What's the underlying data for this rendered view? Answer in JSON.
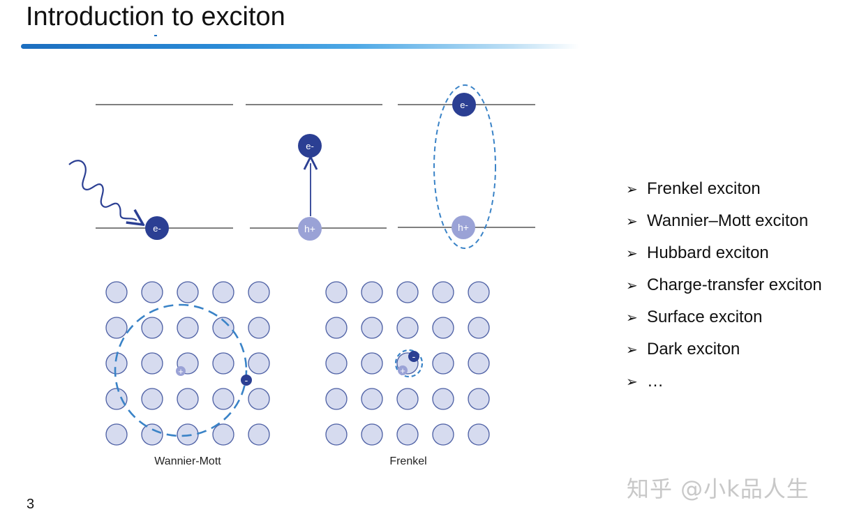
{
  "slide": {
    "title": "Introduction to exciton",
    "page_number": "3"
  },
  "diagram": {
    "electron_label": "e-",
    "hole_label": "h+",
    "lattice_left_caption": "Wannier-Mott",
    "lattice_right_caption": "Frenkel",
    "minus_sign": "-",
    "plus_sign": "+",
    "colors": {
      "electron": "#2b3f93",
      "hole": "#9aa2d6",
      "atom_fill": "#d6dbef",
      "atom_stroke": "#4b5ea3",
      "dashed": "#3a83c7",
      "band_line": "#555555"
    }
  },
  "exciton_types": [
    "Frenkel exciton",
    "Wannier–Mott exciton",
    "Hubbard exciton",
    "Charge-transfer exciton",
    "Surface exciton",
    "Dark exciton",
    "…"
  ],
  "watermark": "知乎 @小k品人生"
}
